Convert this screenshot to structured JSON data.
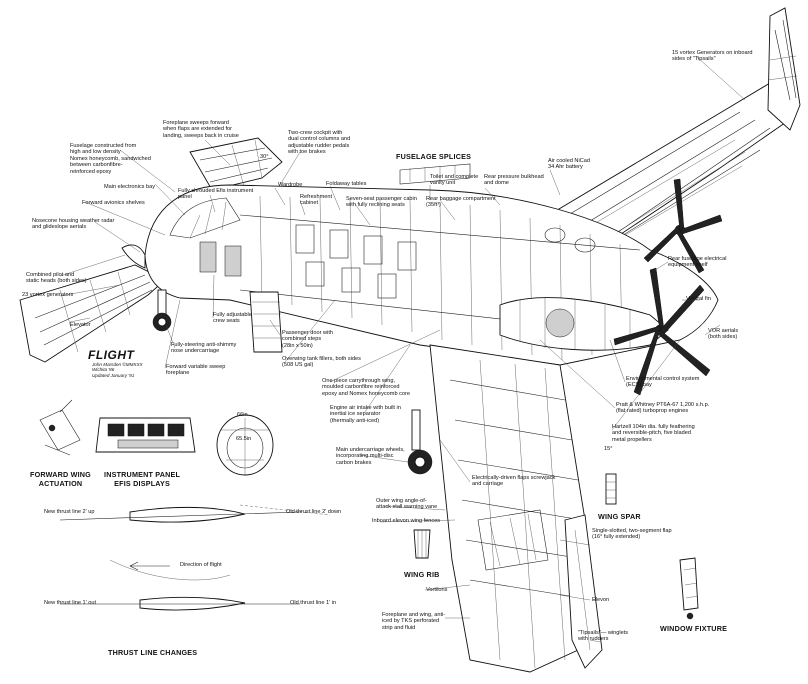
{
  "titles": {
    "fuselage_splices": "FUSELAGE SPLICES",
    "forward_wing_actuation": "FORWARD WING\nACTUATION",
    "instrument_panel": "INSTRUMENT PANEL\nEFIS DISPLAYS",
    "wing_spar": "WING SPAR",
    "wing_rib": "WING RIB",
    "thrust_line_changes": "THRUST LINE CHANGES",
    "window_fixture": "WINDOW FIXTURE"
  },
  "logo": {
    "name": "FLIGHT",
    "credit": "John Marsden ©MMXXX\nWichita '86\nUpdated January '91"
  },
  "labels": {
    "vortex_generators_15": "15 vortex Generators on inboard\nsides of \"Tipsails\"",
    "foreplane_sweeps": "Foreplane sweeps forward\nwhen flaps are extended for\nlanding, sweeps back in cruise",
    "two_crew_cockpit": "Two-crew cockpit with\ndual control columns and\nadjustable rudder pedals\nwith toe brakes",
    "fuselage_constructed": "Fuselage constructed from\nhigh and low density\nNomex honeycomb, sandwiched\nbetween carbonfibre-\nreinforced epoxy",
    "angle_30": "30°",
    "main_electronics_bay": "Main electronics bay",
    "efis_panel": "Fully shrouded Efis instrument\npanel",
    "forward_avionics": "Forward avionics shelves",
    "wardrobe": "Wardrobe",
    "foldaway_tables": "Foldaway tables",
    "toilet": "Toilet and complete\nvanity unit",
    "rear_pressure_bulkhead": "Rear pressure bulkhead\nand dome",
    "air_cooled_battery": "Air cooled NiCad\n34 Ahr battery",
    "nosecone": "Nosecone housing weather radar\nand glideslope aerials",
    "refreshment_cabinet": "Refreshment\ncabinet",
    "seven_seat": "Seven-seat passenger cabin\nwith fully reclining seats",
    "rear_baggage": "Rear baggage compartment\n(35ft³)",
    "combined_pitot": "Combined pilot and\nstatic heads (both sides)",
    "vortex_generators_23": "23 vortex generators",
    "rear_electrical_shelf": "Rear fuselage electrical\nequipment shelf",
    "ventral_fin": "Ventral fin",
    "crew_seats": "Fully adjustable\ncrew seats",
    "elevator": "Elevator",
    "anti_shimmy": "Fully-steering anti-shimmy\nnose undercarriage",
    "forward_sweep": "Forward variable sweep\nforeplane",
    "passenger_door": "Passenger door with\ncombined steps\n(28in x 50in)",
    "overwing_tank": "Overwing tank fillers, both sides\n(508 US gal)",
    "carrythrough_wing": "One piece carrythrough wing,\nmoulded carbonfibre reinforced\nepoxy and Nomex honeycomb core",
    "vor_aerials": "VOR aerials\n(both sides)",
    "ecs": "Environmental control system\n(ECS) bay",
    "engine_air_intake": "Engine air intake with built in\ninertial ice separator\n(thermally anti-iced)",
    "pratt_whitney": "Pratt & Whitney PT6A-67 1,200 s.h.p.\n(flat rated) turboprop engines",
    "hartzell": "Hartzell 104in dia. fully feathering\nand reversible-pitch, five bladed\nmetal propellers",
    "angle_15": "15°",
    "main_undercarriage": "Main undercarriage wheels,\nincorporating multi-disc\ncarbon brakes",
    "flaps_screwjack": "Electrically-driven flaps screwjack\nand carriage",
    "stall_warning": "Outer wing angle-of-\nattack stall warning vane",
    "inboard_fences": "Inboard elevon wing fences",
    "single_slotted": "Single-slotted, two-segment flap\n(16° fully extended)",
    "new_thrust_up": "New thrust line 2' up",
    "old_thrust_down": "Old thrust line 2' down",
    "direction_of_flight": "Direction of  flight",
    "vortilons": "Vortilons",
    "elevon": "Elevon",
    "new_thrust_out": "New thrust line 1' out",
    "old_thrust_in": "Old thrust line 1' in",
    "foreplane_anti_iced": "Foreplane and wing, anti-\niced by TKS perforated\nstrip and fluid",
    "tipsails": "\"Tipsails\"— winglets\nwith rudders",
    "window_dim_top": "66in",
    "window_dim_mid": "65.5in"
  }
}
